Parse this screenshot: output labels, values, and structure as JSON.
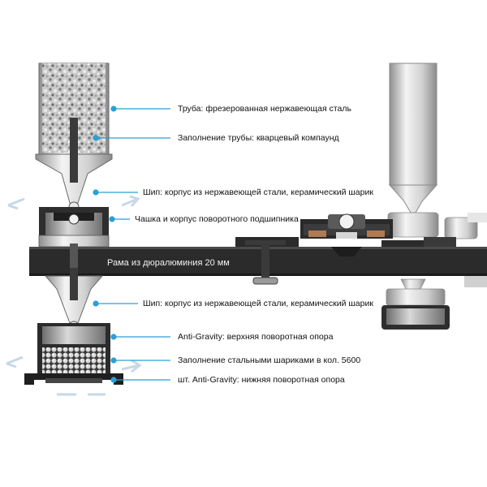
{
  "callouts": {
    "tube": "Труба: фрезерованная нержавеющая сталь",
    "fill": "Заполнение трубы: кварцевый компаунд",
    "spike_top": "Шип: корпус из нержавеющей стали, керамический шарик",
    "cup": "Чашка и корпус поворотного подшипника",
    "frame": "Рама из дюралюминия 20 мм",
    "spike_bottom": "Шип: корпус из нержавеющей стали, керамический шарик",
    "ag_upper": "Anti-Gravity: верхняя поворотная опора",
    "balls": "Заполнение стальными шариками в кол. 5600",
    "ag_lower": "шт. Anti-Gravity: нижняя поворотная опора"
  },
  "colors": {
    "accent": "#2a9fd8",
    "frame": "#2b2b2b",
    "bronze": "#b07a52"
  }
}
